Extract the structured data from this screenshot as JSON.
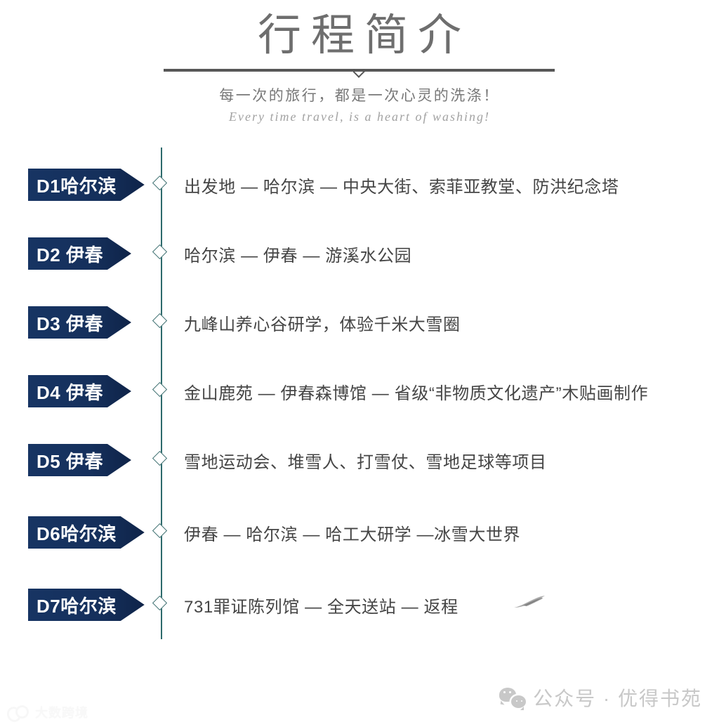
{
  "header": {
    "title": "行程简介",
    "subtitle_cn": "每一次的旅行，都是一次心灵的洗涤！",
    "subtitle_en": "Every time travel, is a heart of washing!"
  },
  "colors": {
    "badge_navy": "#15305c",
    "axis_teal": "#2d6a6c",
    "title_grey": "#6e6e6e",
    "body_grey": "#454545",
    "watermark_grey": "#c8c8c8"
  },
  "itinerary": {
    "rows": [
      {
        "badge": "D1哈尔滨",
        "text": "出发地 — 哈尔滨 —  中央大街、索菲亚教堂、防洪纪念塔"
      },
      {
        "badge": "D2 伊春",
        "text": "哈尔滨 — 伊春 — 游溪水公园"
      },
      {
        "badge": "D3 伊春",
        "text": "九峰山养心谷研学，体验千米大雪圈"
      },
      {
        "badge": "D4 伊春",
        "text": "金山鹿苑 — 伊春森博馆 — 省级“非物质文化遗产”木贴画制作"
      },
      {
        "badge": "D5 伊春",
        "text": "雪地运动会、堆雪人、打雪仗、雪地足球等项目"
      },
      {
        "badge": "D6哈尔滨",
        "text": "伊春 — 哈尔滨 — 哈工大研学 —冰雪大世界"
      },
      {
        "badge": "D7哈尔滨",
        "text": "731罪证陈列馆 — 全天送站 — 返程"
      }
    ]
  },
  "footer": {
    "wechat_label": "公众号 · 优得书苑",
    "brand_label": "大数跨境"
  }
}
